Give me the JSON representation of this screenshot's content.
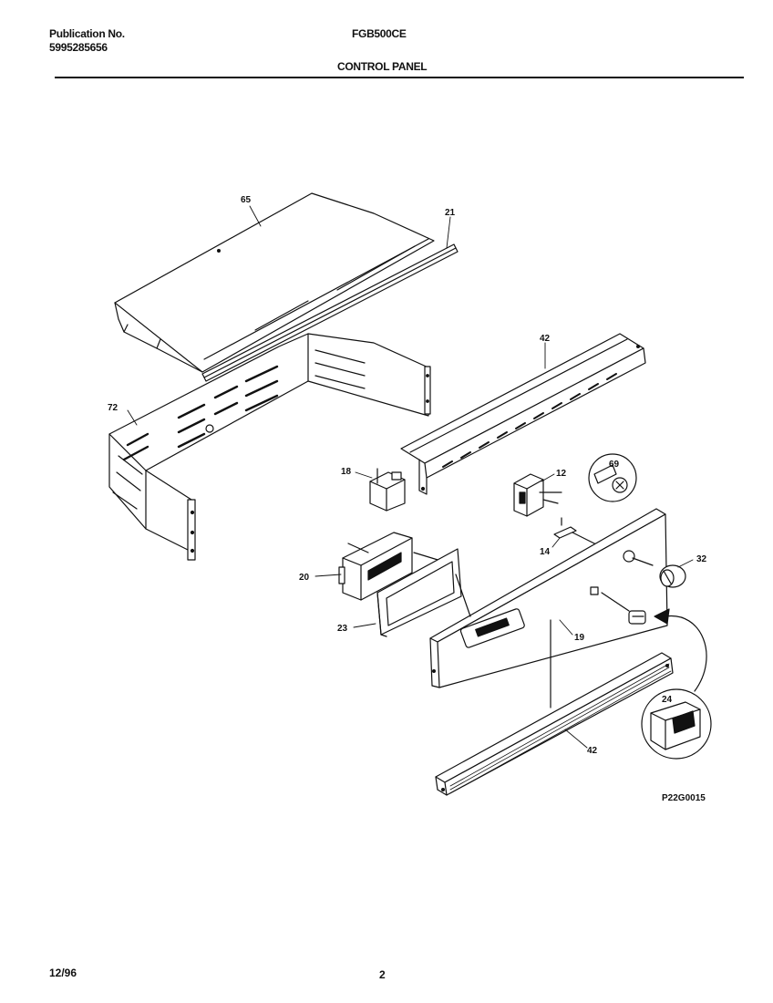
{
  "header": {
    "publication_label": "Publication No.",
    "publication_number": "5995285656",
    "model": "FGB500CE",
    "section_title": "CONTROL PANEL"
  },
  "diagram": {
    "callouts": {
      "c65": "65",
      "c21": "21",
      "c72": "72",
      "c42_top": "42",
      "c18": "18",
      "c12": "12",
      "c69": "69",
      "c14": "14",
      "c32": "32",
      "c20": "20",
      "c23": "23",
      "c19": "19",
      "c24": "24",
      "c42_bottom": "42"
    },
    "figure_code": "P22G0015"
  },
  "footer": {
    "date": "12/96",
    "page": "2"
  }
}
